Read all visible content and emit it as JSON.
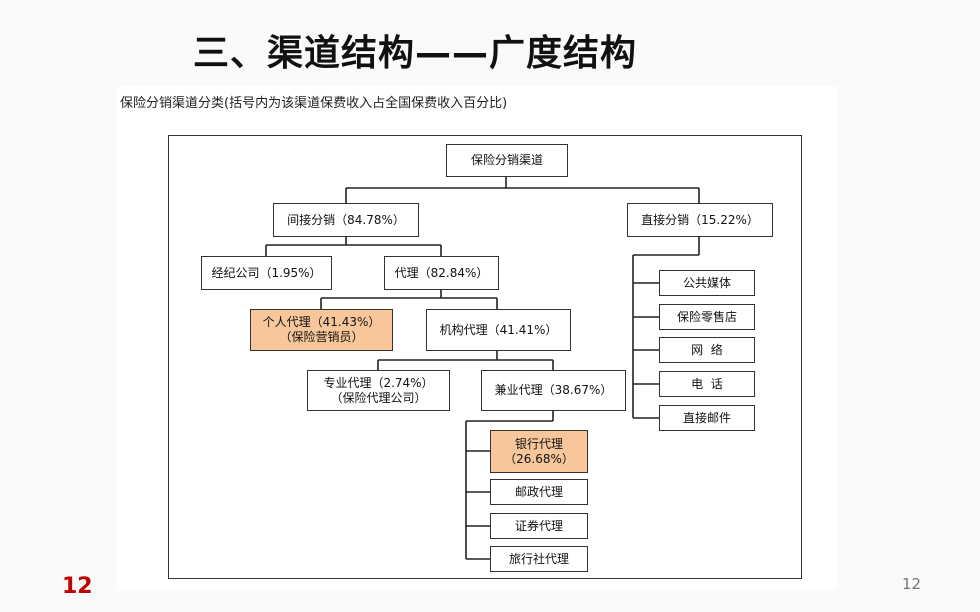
{
  "slide": {
    "title": "三、渠道结构——广度结构",
    "caption": "保险分销渠道分类(括号内为该渠道保费收入占全国保费收入百分比)",
    "page_number_left": "12",
    "page_number_right": "12"
  },
  "nodes": {
    "root": {
      "line1": "保险分销渠道",
      "line2": ""
    },
    "indirect": {
      "line1": "间接分销（84.78%）",
      "line2": ""
    },
    "direct": {
      "line1": "直接分销（15.22%）",
      "line2": ""
    },
    "broker": {
      "line1": "经纪公司（1.95%）",
      "line2": ""
    },
    "agency": {
      "line1": "代理（82.84%）",
      "line2": ""
    },
    "individual_agent": {
      "line1": "个人代理（41.43%）",
      "line2": "（保险营销员）"
    },
    "institutional_agent": {
      "line1": "机构代理（41.41%）",
      "line2": ""
    },
    "professional_agent": {
      "line1": "专业代理（2.74%）",
      "line2": "（保险代理公司）"
    },
    "concurrent_agent": {
      "line1": "兼业代理（38.67%）",
      "line2": ""
    },
    "bank_agent": {
      "line1": "银行代理",
      "line2": "（26.68%）"
    },
    "postal_agent": {
      "line1": "邮政代理",
      "line2": ""
    },
    "securities_agent": {
      "line1": "证券代理",
      "line2": ""
    },
    "travel_agent": {
      "line1": "旅行社代理",
      "line2": ""
    },
    "public_media": {
      "line1": "公共媒体",
      "line2": ""
    },
    "insurance_retail": {
      "line1": "保险零售店",
      "line2": ""
    },
    "network": {
      "line1": "网  络",
      "line2": ""
    },
    "telephone": {
      "line1": "电  话",
      "line2": ""
    },
    "direct_mail": {
      "line1": "直接邮件",
      "line2": ""
    }
  },
  "colors": {
    "highlight": "#f7c79b",
    "page_number_left": "#c00000"
  }
}
